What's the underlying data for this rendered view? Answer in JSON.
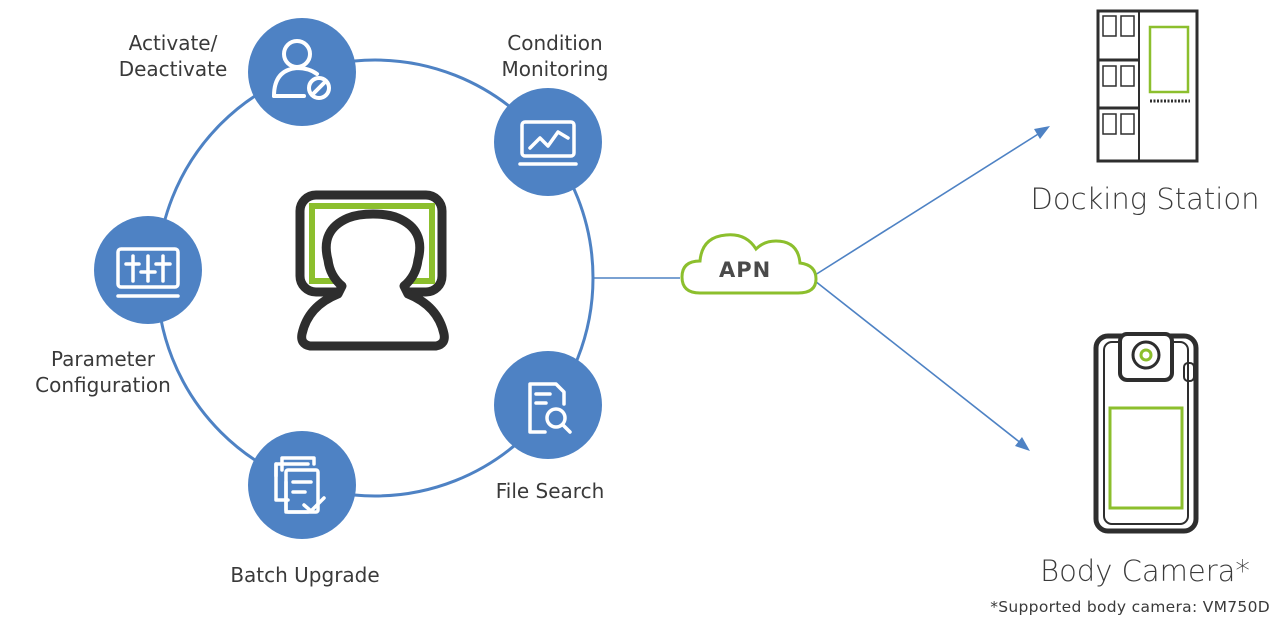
{
  "features": {
    "activate": {
      "line1": "Activate/",
      "line2": "Deactivate"
    },
    "condition": {
      "line1": "Condition",
      "line2": "Monitoring"
    },
    "parameter": {
      "line1": "Parameter",
      "line2": "Configuration"
    },
    "batch": {
      "label": "Batch Upgrade"
    },
    "file_search": {
      "label": "File Search"
    }
  },
  "network": {
    "label": "APN"
  },
  "devices": {
    "docking_station": "Docking Station",
    "body_camera": "Body Camera*"
  },
  "footnote": "*Supported body camera: VM750D",
  "colors": {
    "blue": "#4e82c4",
    "green": "#8cbf2d",
    "dark": "#2e2e2e"
  }
}
